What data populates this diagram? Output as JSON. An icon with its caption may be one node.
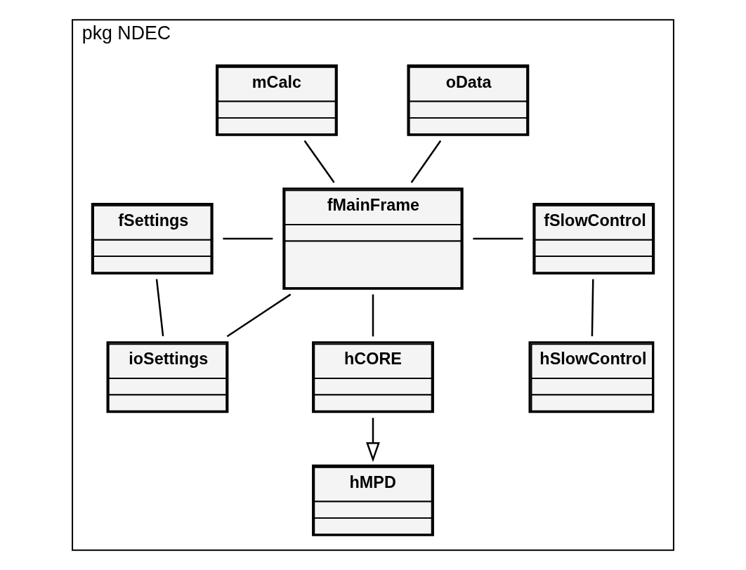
{
  "diagram": {
    "nodes": [
      {
        "text": [
          "pkg NDEC"
        ]
      },
      {
        "text": [
          "oData"
        ],
        "in": 0
      },
      {
        "text": [
          "mCalc"
        ],
        "in": 0
      },
      {
        "text": [
          "fSettings"
        ],
        "in": 0
      },
      {
        "text": [
          "fMainFrame"
        ],
        "in": 0
      },
      {
        "text": [
          "fSlowControl"
        ],
        "in": 0
      },
      {
        "text": [
          "ioSettings"
        ],
        "in": 0
      },
      {
        "text": [
          "hSlowControl"
        ],
        "in": 0
      },
      {
        "text": [
          "hCORE"
        ],
        "in": 0
      },
      {
        "text": [
          "hMPD"
        ],
        "in": 0
      }
    ],
    "edges": [
      {
        "from": 1,
        "to": 4,
        "arrow": "none"
      },
      {
        "from": 2,
        "to": 4,
        "arrow": "none"
      },
      {
        "from": 3,
        "to": 4,
        "arrow": "none"
      },
      {
        "from": 6,
        "to": 4,
        "arrow": "none"
      },
      {
        "from": 4,
        "to": 5,
        "arrow": "none"
      },
      {
        "from": 3,
        "to": 6,
        "arrow": "none"
      },
      {
        "from": 5,
        "to": 7,
        "arrow": "none"
      },
      {
        "from": 4,
        "to": 8,
        "arrow": "none"
      },
      {
        "from": 8,
        "to": 9,
        "arrow": "to"
      }
    ]
  }
}
